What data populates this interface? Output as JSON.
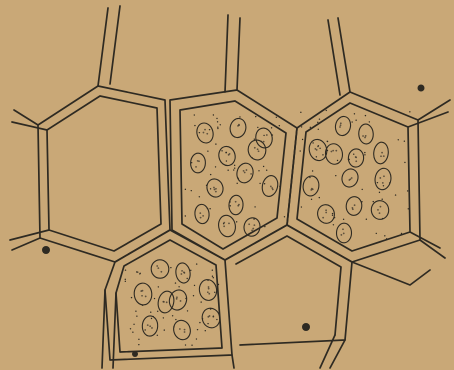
{
  "figure": {
    "background": "#c9a877",
    "ink": "#2e2a22",
    "cells": [
      {
        "id": "cell-left-empty",
        "contents": "empty"
      },
      {
        "id": "cell-middle-upper",
        "contents": "granular-bodies"
      },
      {
        "id": "cell-right-upper",
        "contents": "granular-bodies"
      },
      {
        "id": "cell-lower-left",
        "contents": "granular-bodies"
      },
      {
        "id": "cell-lower-middle",
        "contents": "empty"
      },
      {
        "id": "cell-top-left-partial",
        "contents": "empty"
      },
      {
        "id": "cell-top-middle-partial",
        "contents": "empty"
      },
      {
        "id": "cell-top-right-partial",
        "contents": "empty"
      }
    ]
  }
}
